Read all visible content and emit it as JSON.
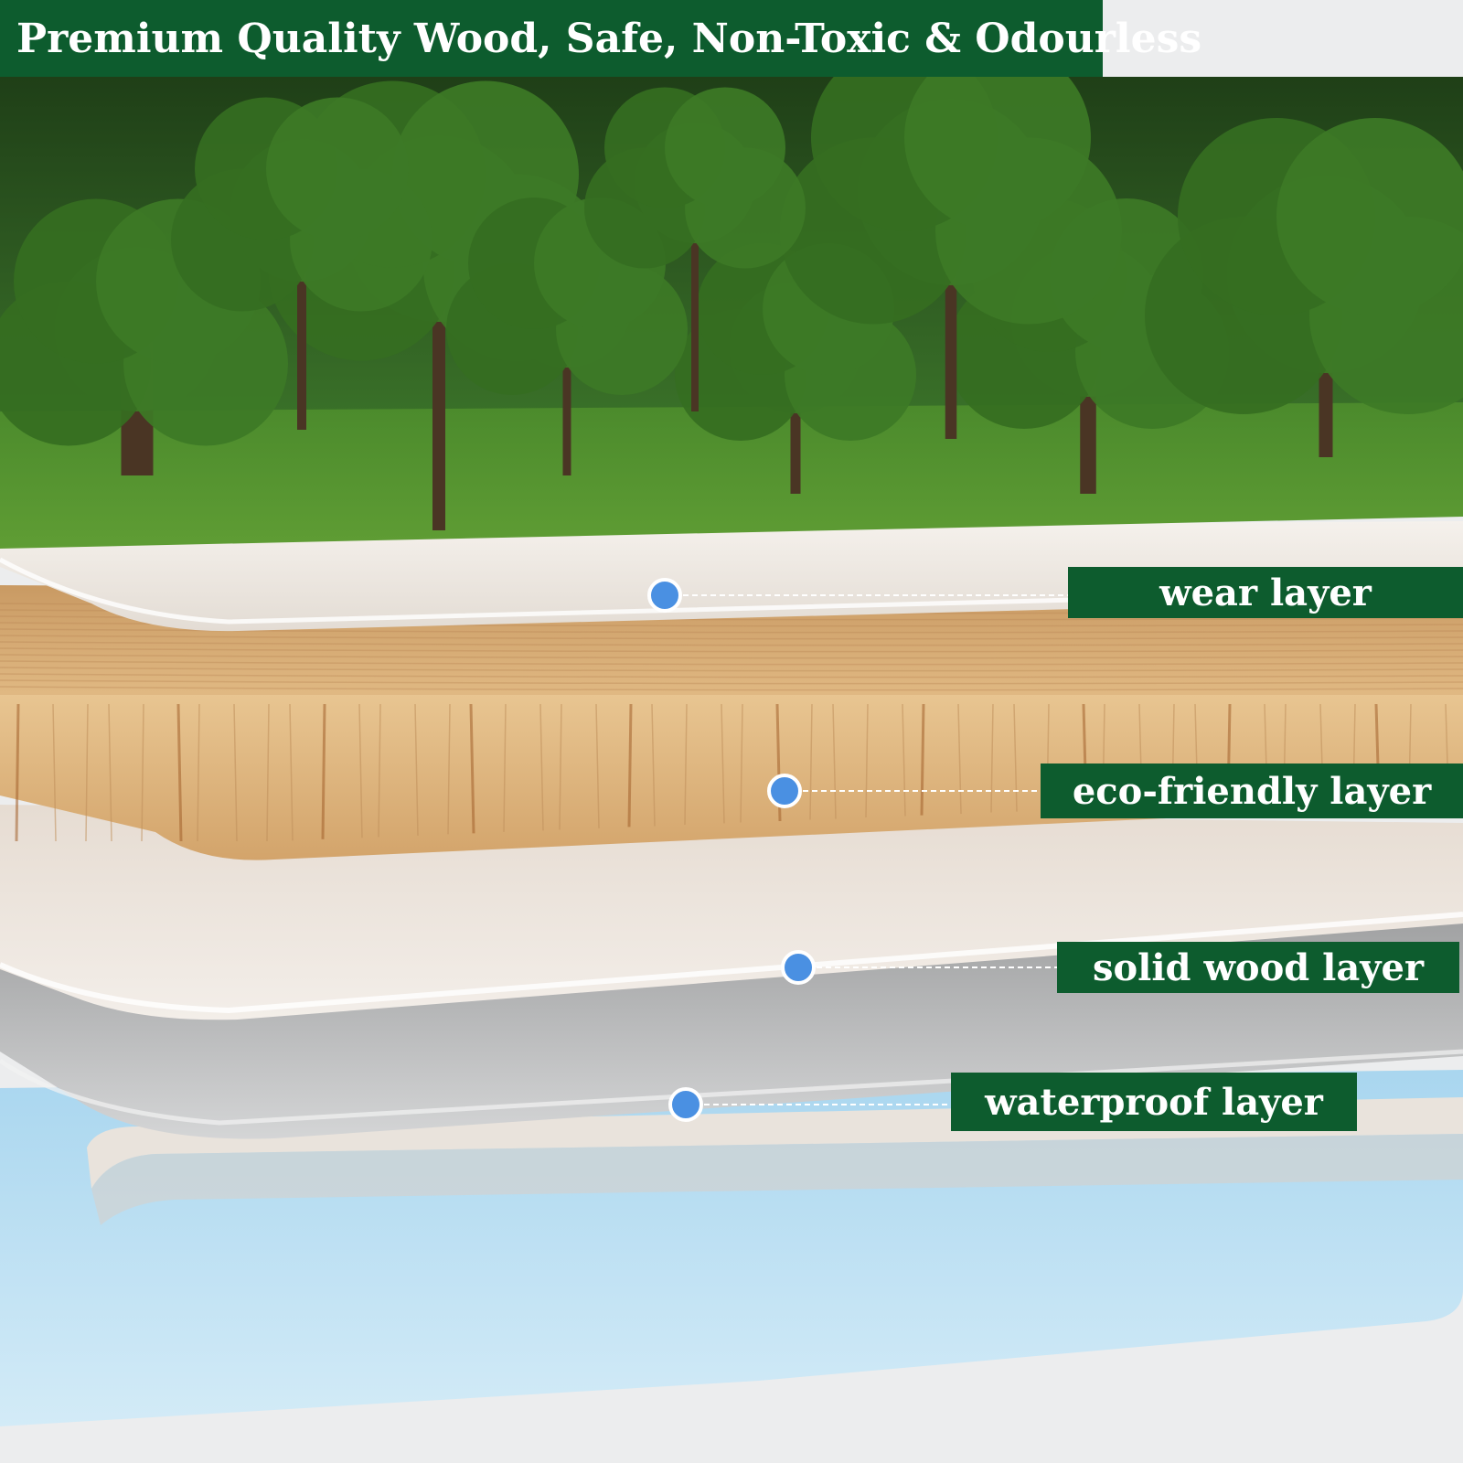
{
  "title": "Premium Quality Wood, Safe, Non-Toxic & Odourless",
  "layers": [
    {
      "label": "wear layer"
    },
    {
      "label": "eco-friendly layer"
    },
    {
      "label": "solid wood layer"
    },
    {
      "label": "waterproof layer"
    }
  ],
  "colors": {
    "banner": "#0d5c2e",
    "marker": "#4a90e2",
    "grass": "#4e8a2c",
    "foliage": "#3d7a26",
    "wear_layer": "#efe9e3",
    "eco_layer": "#d9ad74",
    "solid_wood_layer": "#ece4dc",
    "waterproof_layer": "#c9cbcc",
    "foam_base": "#bfe0f2"
  }
}
